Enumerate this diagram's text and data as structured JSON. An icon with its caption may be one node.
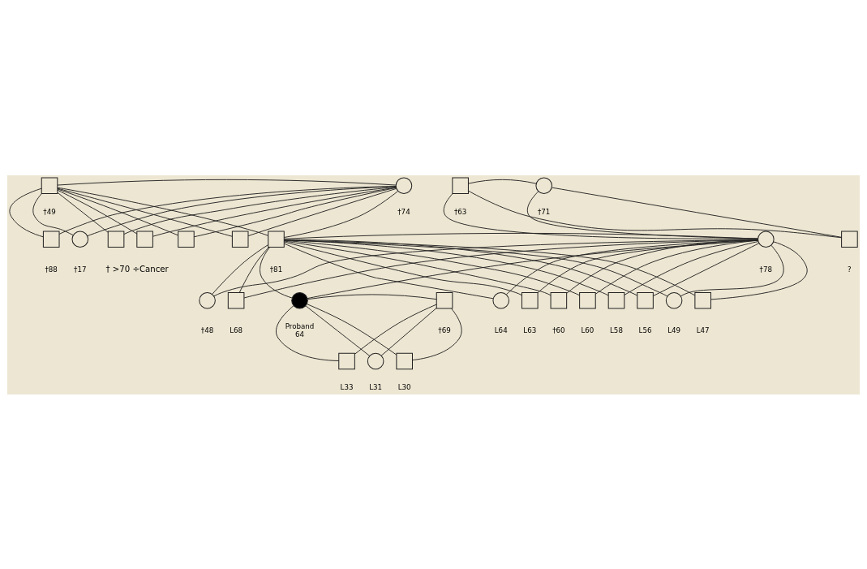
{
  "diagram": {
    "nodes": [
      {
        "text": [],
        "shape": "box",
        "beside": [
          "†49"
        ]
      },
      {
        "text": [],
        "shape": "circle",
        "beside": [
          "†74"
        ]
      },
      {
        "text": [],
        "shape": "box",
        "beside": [
          "†63"
        ]
      },
      {
        "text": [],
        "shape": "circle",
        "beside": [
          "†71"
        ]
      },
      {
        "text": [],
        "shape": "box",
        "beside": [
          "†88"
        ]
      },
      {
        "text": [],
        "shape": "circle",
        "beside": [
          "†17"
        ]
      },
      {
        "text": [],
        "shape": "box"
      },
      {
        "text": [],
        "shape": "box"
      },
      {
        "text": [],
        "shape": "box"
      },
      {
        "text": [],
        "shape": "box"
      },
      {
        "text": [],
        "shape": "box",
        "beside": [
          "†81"
        ]
      },
      {
        "text": [],
        "shape": "circle",
        "beside": [
          "†78"
        ]
      },
      {
        "text": [],
        "shape": "box",
        "beside": [
          "?"
        ]
      },
      {
        "text": [],
        "shape": "circle",
        "beside": [
          "†48"
        ]
      },
      {
        "text": [],
        "shape": "box",
        "beside": [
          "L68"
        ]
      },
      {
        "text": [],
        "shape": "circle",
        "beside": [
          "Proband",
          "64"
        ]
      },
      {
        "text": [],
        "shape": "box",
        "beside": [
          "†69"
        ]
      },
      {
        "text": [],
        "shape": "circle",
        "beside": [
          "L64"
        ]
      },
      {
        "text": [],
        "shape": "box",
        "beside": [
          "L63"
        ]
      },
      {
        "text": [],
        "shape": "box",
        "beside": [
          "†60"
        ]
      },
      {
        "text": [],
        "shape": "box",
        "beside": [
          "L60"
        ]
      },
      {
        "text": [],
        "shape": "box",
        "beside": [
          "L58"
        ]
      },
      {
        "text": [],
        "shape": "box",
        "beside": [
          "L56"
        ]
      },
      {
        "text": [],
        "shape": "circle",
        "beside": [
          "L49"
        ]
      },
      {
        "text": [],
        "shape": "box",
        "beside": [
          "L47"
        ]
      },
      {
        "text": [],
        "shape": "box",
        "beside": [
          "L33"
        ]
      },
      {
        "text": [],
        "shape": "circle",
        "beside": [
          "L31"
        ]
      },
      {
        "text": [],
        "shape": "box",
        "beside": [
          "L30"
        ]
      }
    ],
    "edges": [
      {
        "from": 0,
        "to": 1,
        "arrow": "none"
      },
      {
        "from": 2,
        "to": 3,
        "arrow": "none"
      },
      {
        "from": 0,
        "to": 4,
        "arrow": "none"
      },
      {
        "from": 1,
        "to": 4,
        "arrow": "none"
      },
      {
        "from": 0,
        "to": 5,
        "arrow": "none"
      },
      {
        "from": 1,
        "to": 5,
        "arrow": "none"
      },
      {
        "from": 0,
        "to": 6,
        "arrow": "none"
      },
      {
        "from": 1,
        "to": 6,
        "arrow": "none"
      },
      {
        "from": 0,
        "to": 7,
        "arrow": "none"
      },
      {
        "from": 1,
        "to": 7,
        "arrow": "none"
      },
      {
        "from": 0,
        "to": 8,
        "arrow": "none"
      },
      {
        "from": 1,
        "to": 8,
        "arrow": "none"
      },
      {
        "from": 0,
        "to": 9,
        "arrow": "none"
      },
      {
        "from": 1,
        "to": 9,
        "arrow": "none"
      },
      {
        "from": 0,
        "to": 10,
        "arrow": "none"
      },
      {
        "from": 1,
        "to": 10,
        "arrow": "none"
      },
      {
        "from": 10,
        "to": 11,
        "arrow": "none"
      },
      {
        "from": 2,
        "to": 11,
        "arrow": "none"
      },
      {
        "from": 3,
        "to": 11,
        "arrow": "none"
      },
      {
        "from": 2,
        "to": 12,
        "arrow": "none"
      },
      {
        "from": 3,
        "to": 12,
        "arrow": "none"
      },
      {
        "from": 10,
        "to": 13,
        "arrow": "none"
      },
      {
        "from": 11,
        "to": 13,
        "arrow": "none"
      },
      {
        "from": 10,
        "to": 14,
        "arrow": "none"
      },
      {
        "from": 11,
        "to": 14,
        "arrow": "none"
      },
      {
        "from": 10,
        "to": 15,
        "arrow": "none"
      },
      {
        "from": 11,
        "to": 15,
        "arrow": "none"
      },
      {
        "from": 15,
        "to": 16,
        "arrow": "none"
      },
      {
        "from": 10,
        "to": 17,
        "arrow": "none"
      },
      {
        "from": 11,
        "to": 17,
        "arrow": "none"
      },
      {
        "from": 10,
        "to": 18,
        "arrow": "none"
      },
      {
        "from": 11,
        "to": 18,
        "arrow": "none"
      },
      {
        "from": 10,
        "to": 19,
        "arrow": "none"
      },
      {
        "from": 11,
        "to": 19,
        "arrow": "none"
      },
      {
        "from": 10,
        "to": 20,
        "arrow": "none"
      },
      {
        "from": 11,
        "to": 20,
        "arrow": "none"
      },
      {
        "from": 10,
        "to": 21,
        "arrow": "none"
      },
      {
        "from": 11,
        "to": 21,
        "arrow": "none"
      },
      {
        "from": 10,
        "to": 22,
        "arrow": "none"
      },
      {
        "from": 11,
        "to": 22,
        "arrow": "none"
      },
      {
        "from": 10,
        "to": 23,
        "arrow": "none"
      },
      {
        "from": 11,
        "to": 23,
        "arrow": "none"
      },
      {
        "from": 10,
        "to": 24,
        "arrow": "none"
      },
      {
        "from": 11,
        "to": 24,
        "arrow": "none"
      },
      {
        "from": 15,
        "to": 25,
        "arrow": "none"
      },
      {
        "from": 16,
        "to": 25,
        "arrow": "none"
      },
      {
        "from": 15,
        "to": 26,
        "arrow": "none"
      },
      {
        "from": 16,
        "to": 26,
        "arrow": "none"
      },
      {
        "from": 15,
        "to": 27,
        "arrow": "none"
      },
      {
        "from": 16,
        "to": 27,
        "arrow": "none"
      }
    ],
    "labels": [
      "† >70 ÷Cancer"
    ]
  }
}
